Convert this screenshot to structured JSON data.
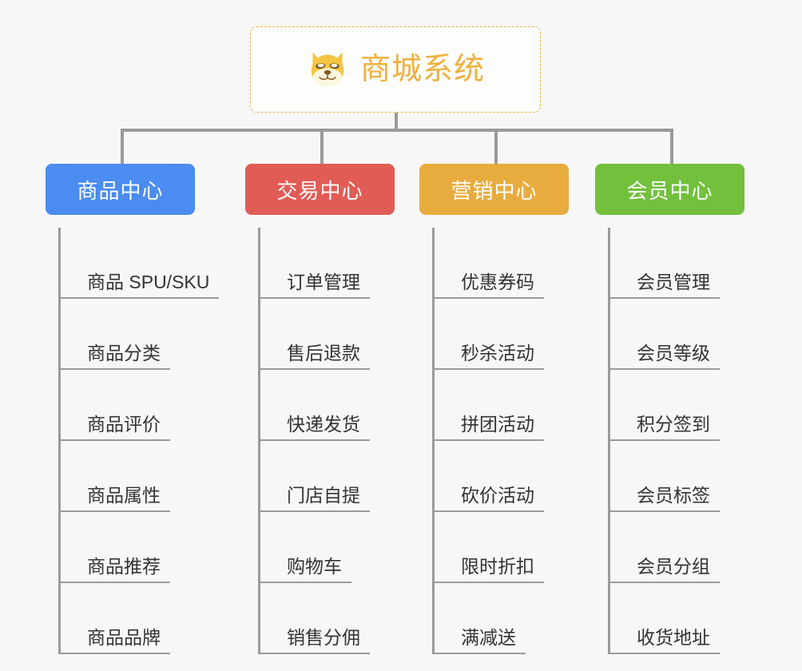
{
  "root": {
    "title": "商城系统",
    "icon": "shiba-dog-icon",
    "accent_color": "#f0b03c",
    "border_color": "#e8b44a"
  },
  "canvas": {
    "background_color": "#f7f7f7",
    "connector_color": "#9a9a9a"
  },
  "branches": [
    {
      "label": "商品中心",
      "color": "#4a8cf0",
      "items": [
        "商品 SPU/SKU",
        "商品分类",
        "商品评价",
        "商品属性",
        "商品推荐",
        "商品品牌"
      ]
    },
    {
      "label": "交易中心",
      "color": "#e25c56",
      "items": [
        "订单管理",
        "售后退款",
        "快递发货",
        "门店自提",
        "购物车",
        "销售分佣"
      ]
    },
    {
      "label": "营销中心",
      "color": "#e8ac3e",
      "items": [
        "优惠券码",
        "秒杀活动",
        "拼团活动",
        "砍价活动",
        "限时折扣",
        "满减送"
      ]
    },
    {
      "label": "会员中心",
      "color": "#72c03c",
      "items": [
        "会员管理",
        "会员等级",
        "积分签到",
        "会员标签",
        "会员分组",
        "收货地址"
      ]
    }
  ]
}
